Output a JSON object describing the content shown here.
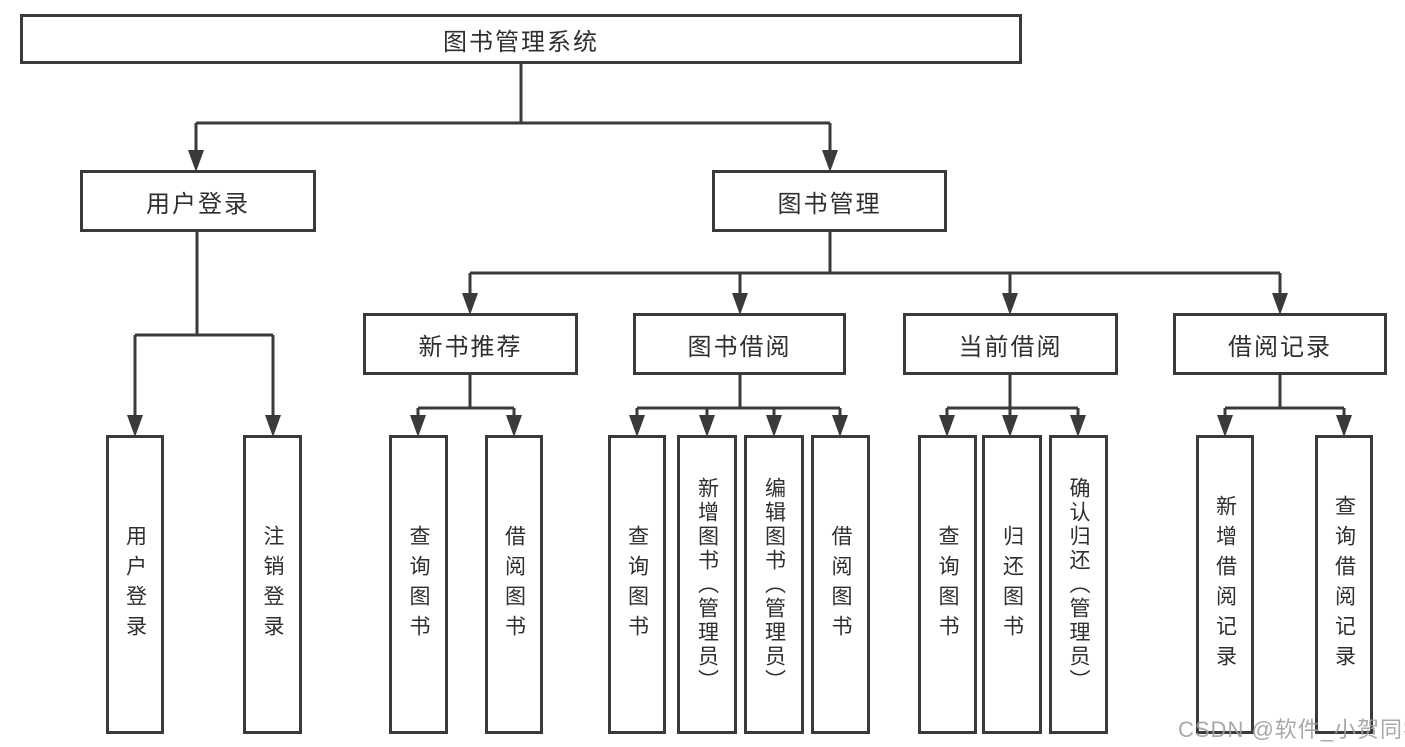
{
  "diagram": {
    "root": {
      "label": "图书管理系统"
    },
    "branches": [
      {
        "label": "用户登录",
        "children": [
          {
            "label": "用户登录"
          },
          {
            "label": "注销登录"
          }
        ]
      },
      {
        "label": "图书管理",
        "children": [
          {
            "label": "新书推荐",
            "children": [
              {
                "label": "查询图书"
              },
              {
                "label": "借阅图书"
              }
            ]
          },
          {
            "label": "图书借阅",
            "children": [
              {
                "label": "查询图书"
              },
              {
                "label": "新增图书（管理员）"
              },
              {
                "label": "编辑图书（管理员）"
              },
              {
                "label": "借阅图书"
              }
            ]
          },
          {
            "label": "当前借阅",
            "children": [
              {
                "label": "查询图书"
              },
              {
                "label": "归还图书"
              },
              {
                "label": "确认归还（管理员）"
              }
            ]
          },
          {
            "label": "借阅记录",
            "children": [
              {
                "label": "新增借阅记录"
              },
              {
                "label": "查询借阅记录"
              }
            ]
          }
        ]
      }
    ]
  },
  "colors": {
    "line": "#3a3a3a",
    "text": "#2f2f2f",
    "watermark": "#9e9e9e",
    "background": "#ffffff"
  },
  "watermark": {
    "text": "CSDN @软件_小贺同学"
  }
}
